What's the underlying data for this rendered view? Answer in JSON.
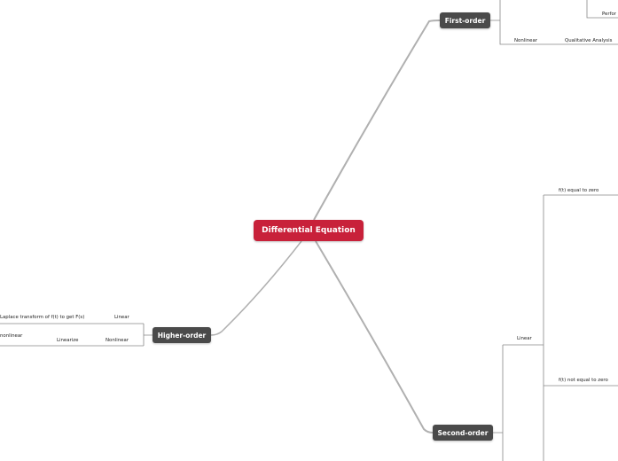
{
  "root": {
    "label": "Differential Equation"
  },
  "branches": {
    "first_order": {
      "label": "First-order",
      "children": {
        "nonlinear": "Nonlinear",
        "qualitative": "Qualitative Analysis",
        "perform_partial": "Perfor"
      }
    },
    "higher_order": {
      "label": "Higher-order",
      "children": {
        "laplace": "Laplace transform of f(t) to get F(s)",
        "linear": "Linear",
        "nonlinear_left": "nonlinear",
        "linearize": "Linearize",
        "nonlinear": "Nonlinear"
      }
    },
    "second_order": {
      "label": "Second-order",
      "children": {
        "linear": "Linear",
        "f_zero": "f(t) equal to zero",
        "f_nonzero": "f(t) not equal to zero"
      }
    }
  },
  "colors": {
    "root_fill": "#c8213a",
    "branch_fill": "#4a4a4a",
    "connector": "#b0b0b0",
    "leaf_line": "#888888"
  }
}
